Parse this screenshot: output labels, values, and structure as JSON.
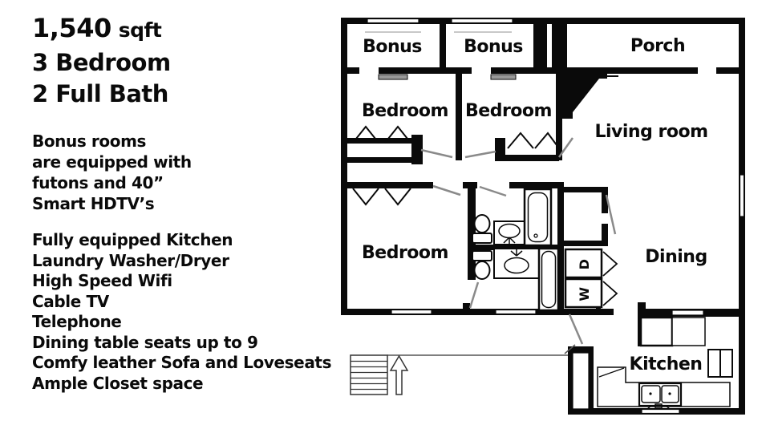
{
  "info_panel": {
    "area_value": "1,540",
    "area_unit": "sqft",
    "bedrooms": "3 Bedroom",
    "baths": "2 Full Bath",
    "bonus_note_lines": [
      "Bonus rooms",
      "are equipped with",
      "futons and 40”",
      "Smart HDTV’s"
    ],
    "features": [
      "Fully equipped Kitchen",
      "Laundry Washer/Dryer",
      "High Speed Wifi",
      "Cable TV",
      "Telephone",
      "Dining table seats up to 9",
      "Comfy leather Sofa and Loveseats",
      "Ample Closet space"
    ]
  },
  "floorplan": {
    "room_labels": {
      "bonus_left": "Bonus",
      "bonus_right": "Bonus",
      "porch": "Porch",
      "bedroom_top_left": "Bedroom",
      "bedroom_top_right": "Bedroom",
      "living_room": "Living room",
      "bedroom_lower": "Bedroom",
      "dining": "Dining",
      "kitchen": "Kitchen",
      "dryer": "D",
      "washer": "W"
    },
    "colors": {
      "wall": "#0a0a0a",
      "door_swing": "#8a8a8a",
      "background": "#ffffff"
    }
  }
}
